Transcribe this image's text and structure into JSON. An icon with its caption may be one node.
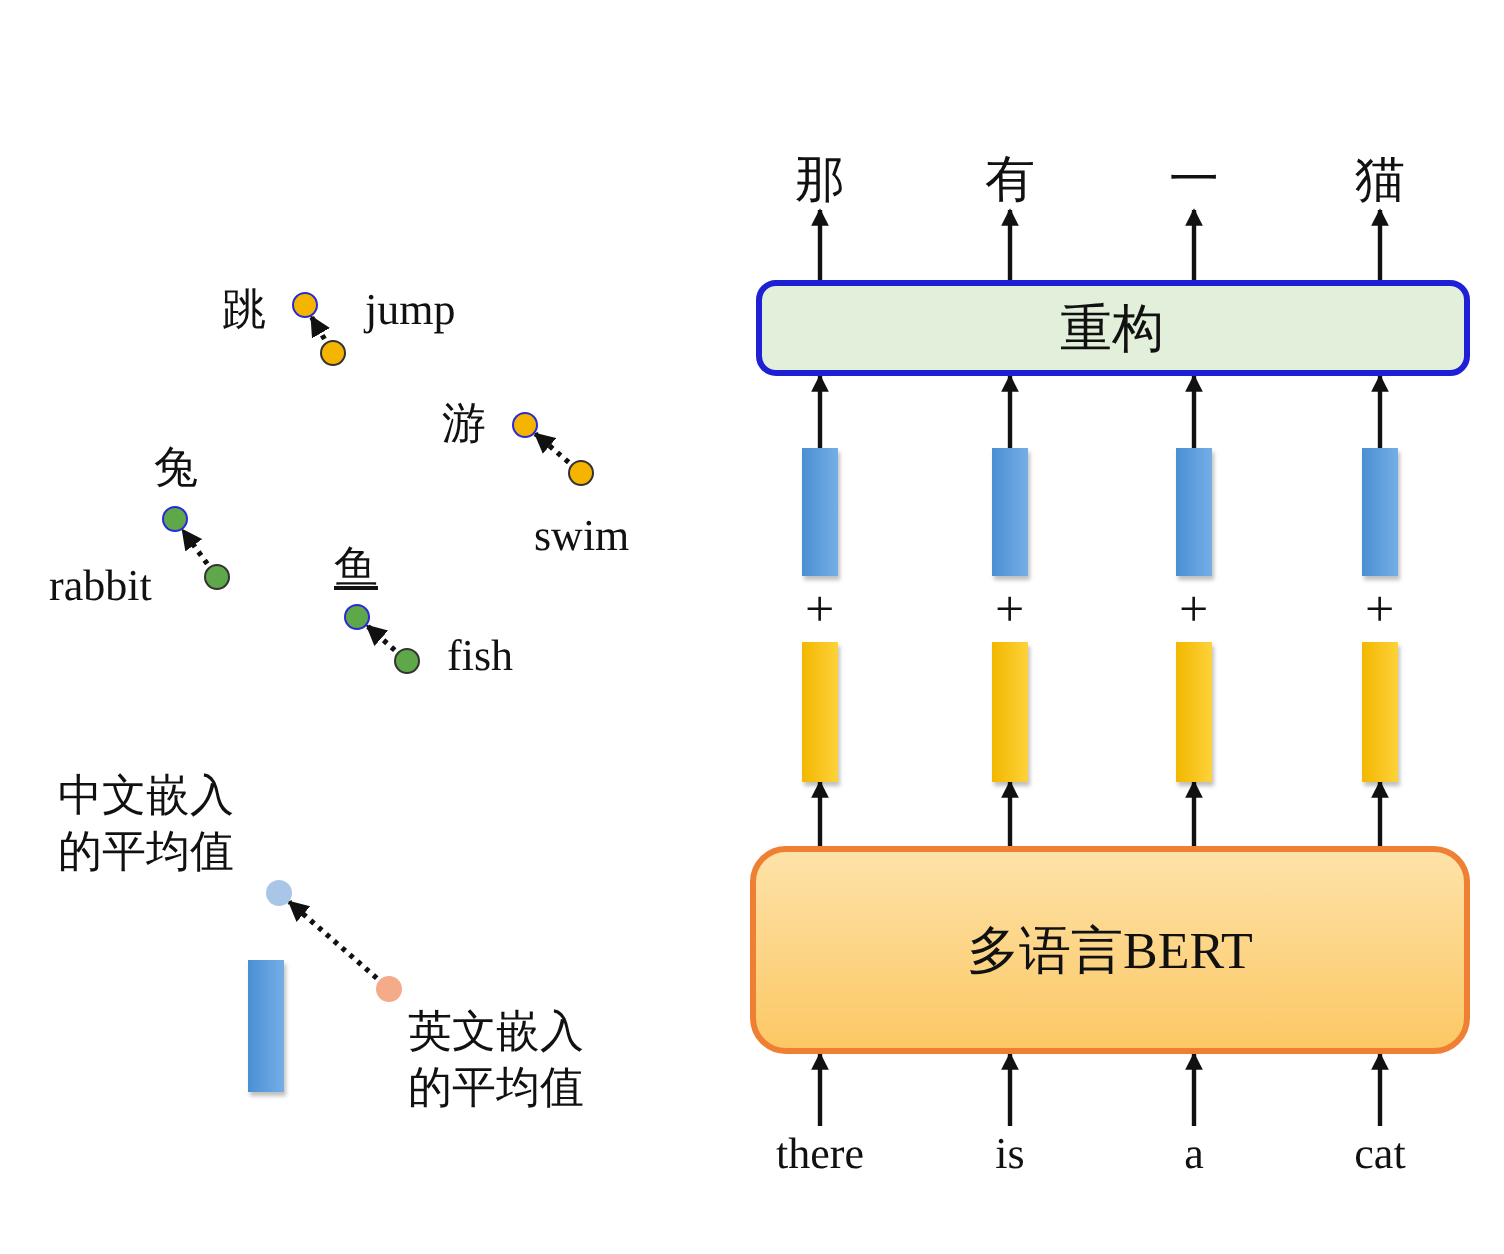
{
  "diagram": {
    "nodes": [
      {
        "text": [
          "那"
        ]
      },
      {
        "text": [
          "有"
        ]
      },
      {
        "text": [
          "一"
        ]
      },
      {
        "text": [
          "猫"
        ]
      },
      {
        "text": [
          "重构"
        ]
      },
      {
        "text": [],
        "shape": "bar"
      },
      {
        "text": [],
        "shape": "bar"
      },
      {
        "text": [],
        "shape": "bar"
      },
      {
        "text": [],
        "shape": "bar"
      },
      {
        "text": [],
        "shape": "bar"
      },
      {
        "text": [],
        "shape": "bar"
      },
      {
        "text": [],
        "shape": "bar"
      },
      {
        "text": [],
        "shape": "bar"
      },
      {
        "text": [
          "多语言BERT"
        ]
      },
      {
        "text": [
          "there"
        ]
      },
      {
        "text": [
          "is"
        ]
      },
      {
        "text": [
          "a"
        ]
      },
      {
        "text": [
          "cat"
        ]
      },
      {
        "text": [],
        "shape": "circle",
        "beside": [
          "跳"
        ]
      },
      {
        "text": [],
        "shape": "circle",
        "beside": [
          "jump"
        ]
      },
      {
        "text": [],
        "shape": "circle",
        "beside": [
          "游"
        ]
      },
      {
        "text": [],
        "shape": "circle",
        "beside": [
          "swim"
        ]
      },
      {
        "text": [],
        "shape": "circle",
        "beside": [
          "兔"
        ]
      },
      {
        "text": [],
        "shape": "circle",
        "beside": [
          "rabbit"
        ]
      },
      {
        "text": [],
        "shape": "circle",
        "beside": [
          "鱼"
        ]
      },
      {
        "text": [],
        "shape": "circle",
        "beside": [
          "fish"
        ]
      },
      {
        "text": [],
        "shape": "circle",
        "beside": [
          "中文嵌入的平均值"
        ]
      },
      {
        "text": [],
        "shape": "circle",
        "beside": [
          "英文嵌入的平均值"
        ]
      },
      {
        "text": [],
        "shape": "bar"
      }
    ],
    "edges": [
      {
        "from": 4,
        "to": 0,
        "arrow": "to"
      },
      {
        "from": 4,
        "to": 1,
        "arrow": "to"
      },
      {
        "from": 4,
        "to": 2,
        "arrow": "to"
      },
      {
        "from": 4,
        "to": 3,
        "arrow": "to"
      },
      {
        "from": 5,
        "to": 4,
        "arrow": "to"
      },
      {
        "from": 6,
        "to": 4,
        "arrow": "to"
      },
      {
        "from": 7,
        "to": 4,
        "arrow": "to"
      },
      {
        "from": 8,
        "to": 4,
        "arrow": "to"
      },
      {
        "from": 13,
        "to": 9,
        "arrow": "to"
      },
      {
        "from": 13,
        "to": 10,
        "arrow": "to"
      },
      {
        "from": 13,
        "to": 11,
        "arrow": "to"
      },
      {
        "from": 13,
        "to": 12,
        "arrow": "to"
      },
      {
        "from": 14,
        "to": 13,
        "arrow": "to"
      },
      {
        "from": 15,
        "to": 13,
        "arrow": "to"
      },
      {
        "from": 16,
        "to": 13,
        "arrow": "to"
      },
      {
        "from": 17,
        "to": 13,
        "arrow": "to"
      },
      {
        "from": 19,
        "to": 18,
        "arrow": "to",
        "style": "dashed"
      },
      {
        "from": 21,
        "to": 20,
        "arrow": "to",
        "style": "dashed"
      },
      {
        "from": 23,
        "to": 22,
        "arrow": "to",
        "style": "dashed"
      },
      {
        "from": 25,
        "to": 24,
        "arrow": "to",
        "style": "dashed"
      },
      {
        "from": 27,
        "to": 26,
        "arrow": "to",
        "style": "dashed"
      }
    ],
    "labels": [
      "+",
      "+",
      "+",
      "+"
    ]
  }
}
